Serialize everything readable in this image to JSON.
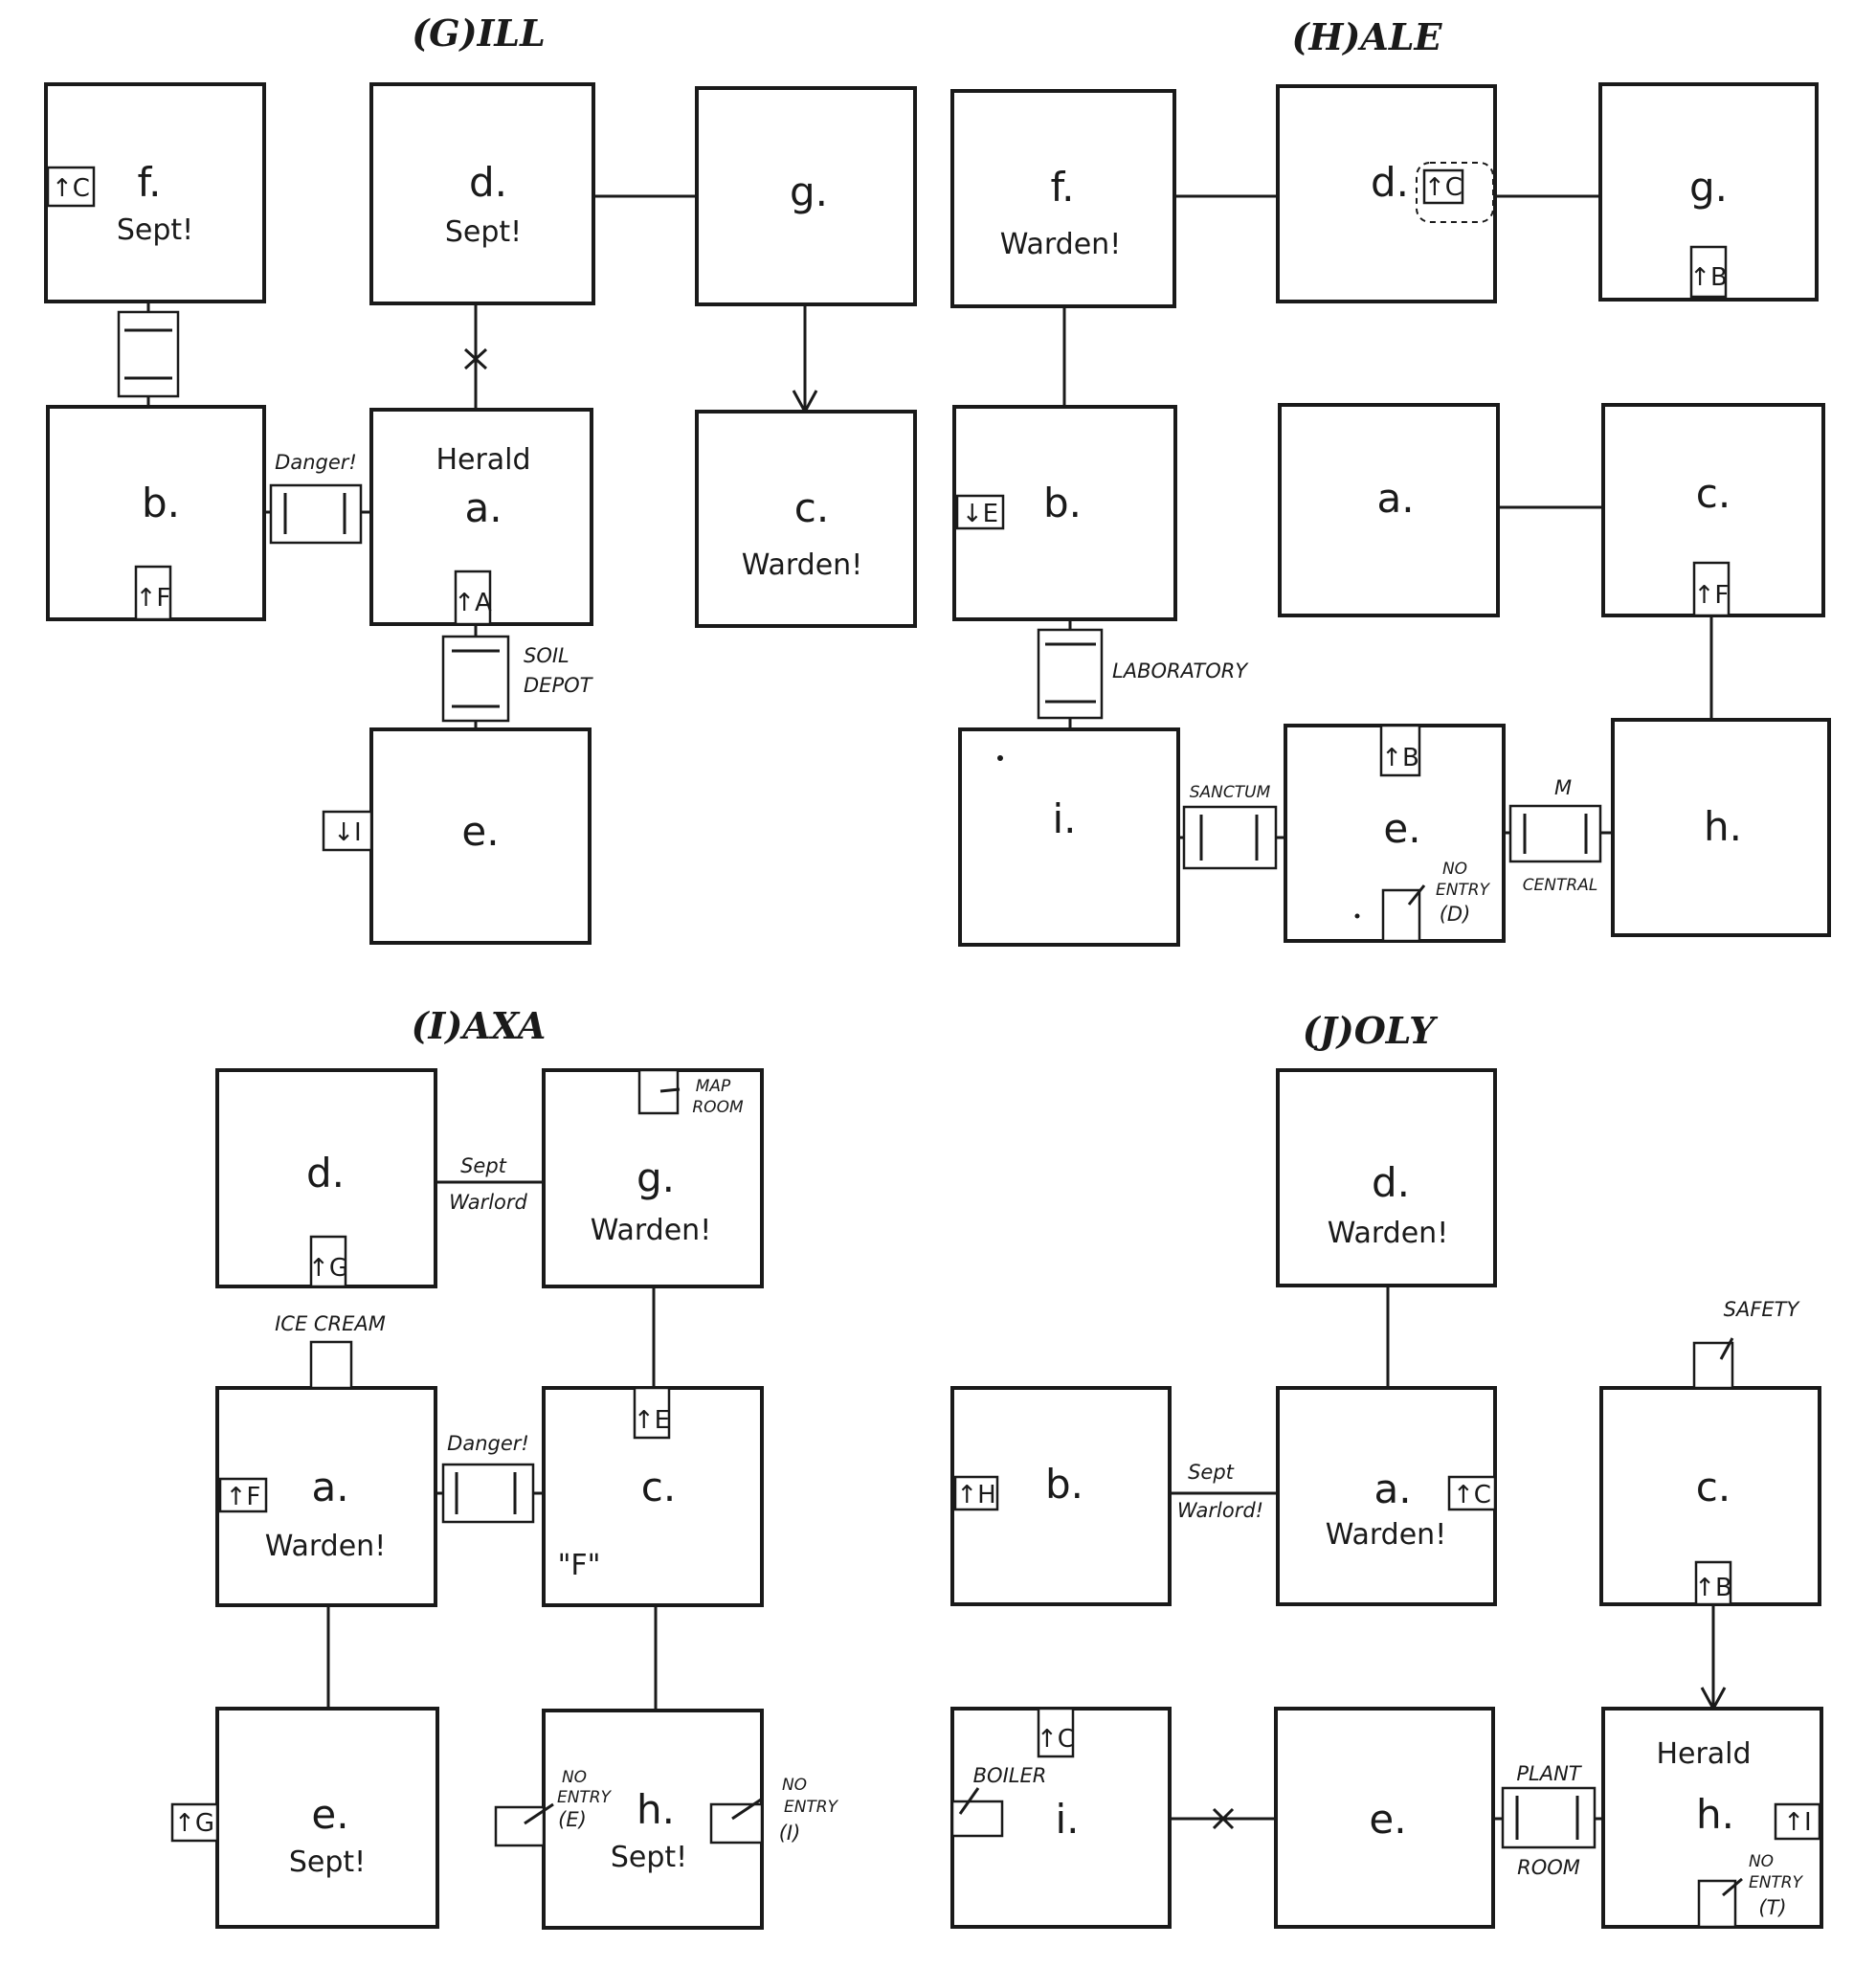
{
  "sections": [
    {
      "title": "(G)ILL",
      "rooms": {
        "f": {
          "letter": "f.",
          "note": "Sept!",
          "tag": "↑C"
        },
        "d": {
          "letter": "d.",
          "note": "Sept!"
        },
        "g": {
          "letter": "g."
        },
        "b": {
          "letter": "b.",
          "tag": "↑F"
        },
        "a": {
          "letter": "a.",
          "note": "Herald",
          "tag": "↑A"
        },
        "c": {
          "letter": "c.",
          "note": "Warden!"
        },
        "e": {
          "letter": "e.",
          "tag": "↓I"
        }
      },
      "labels": {
        "danger": "Danger!",
        "soil": "SOIL",
        "depot": "DEPOT"
      }
    },
    {
      "title": "(H)ALE",
      "rooms": {
        "f": {
          "letter": "f.",
          "note": "Warden!"
        },
        "d": {
          "letter": "d.",
          "tag": "↑C"
        },
        "g": {
          "letter": "g.",
          "tag": "↑B"
        },
        "b": {
          "letter": "b.",
          "tag": "↓E"
        },
        "a": {
          "letter": "a."
        },
        "c": {
          "letter": "c.",
          "tag": "↑F"
        },
        "i": {
          "letter": "i."
        },
        "e": {
          "letter": "e.",
          "tag": "↑B"
        },
        "h": {
          "letter": "h."
        }
      },
      "labels": {
        "laboratory": "LABORATORY",
        "sanctum": "SANCTUM",
        "m": "M",
        "central": "CENTRAL",
        "no": "NO",
        "entry": "ENTRY",
        "d": "(D)"
      }
    },
    {
      "title": "(I)AXA",
      "rooms": {
        "d": {
          "letter": "d.",
          "tag": "↑G"
        },
        "g": {
          "letter": "g.",
          "note": "Warden!"
        },
        "a": {
          "letter": "a.",
          "note": "Warden!",
          "tag": "↑F"
        },
        "c": {
          "letter": "c.",
          "note": "\"F\"",
          "tag": "↑E"
        },
        "e": {
          "letter": "e.",
          "note": "Sept!",
          "tag": "↑G"
        },
        "h": {
          "letter": "h.",
          "note": "Sept!"
        }
      },
      "labels": {
        "sept": "Sept",
        "warlord": "Warlord",
        "map": "MAP",
        "room": "ROOM",
        "ice_cream": "ICE CREAM",
        "danger": "Danger!",
        "no": "NO",
        "entry": "ENTRY",
        "e": "(E)",
        "i": "(I)"
      }
    },
    {
      "title": "(J)OLY",
      "rooms": {
        "d": {
          "letter": "d.",
          "note": "Warden!"
        },
        "b": {
          "letter": "b.",
          "tag": "↑H"
        },
        "a": {
          "letter": "a.",
          "note": "Warden!",
          "tag": "↑C"
        },
        "c": {
          "letter": "c.",
          "tag": "↑B"
        },
        "i": {
          "letter": "i.",
          "tag": "↑C"
        },
        "e": {
          "letter": "e."
        },
        "h": {
          "letter": "h.",
          "note": "Herald",
          "tag": "↑I"
        }
      },
      "labels": {
        "sept": "Sept",
        "warlord": "Warlord!",
        "safety": "SAFETY",
        "boiler": "BOILER",
        "plant": "PLANT",
        "room": "ROOM",
        "no": "NO",
        "entry": "ENTRY",
        "t": "(T)"
      }
    }
  ]
}
